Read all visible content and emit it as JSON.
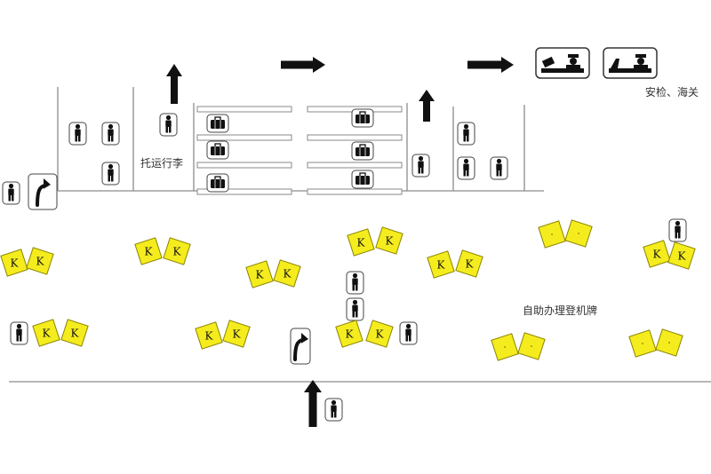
{
  "labels": {
    "checked_baggage": "托运行李",
    "security_customs": "安检、海关",
    "self_checkin": "自助办理登机牌"
  },
  "kiosk": {
    "letter": "K",
    "fill": "#F5EC1E",
    "stroke": "#8A8400"
  },
  "colors": {
    "line": "#8c8c8c",
    "icon": "#111111",
    "conveyor": "#888888"
  },
  "icons": {
    "person": "person-icon",
    "baggage": "suitcase-icon",
    "turn_arrow": "turn-arrow-icon",
    "flow_arrow": "flow-arrow-icon",
    "security": "security-officer-icon",
    "customs": "customs-officer-icon"
  }
}
